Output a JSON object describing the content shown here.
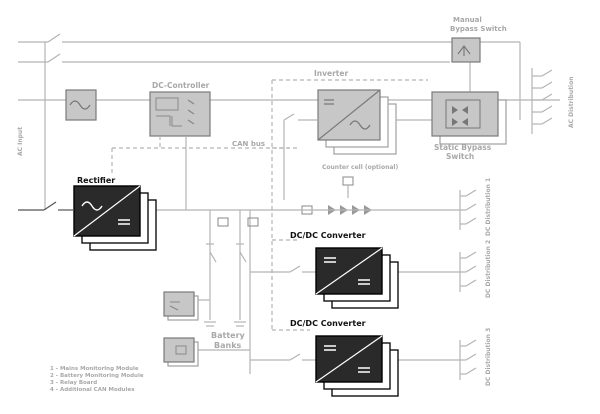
{
  "labels": {
    "manual_bypass": [
      "Manual",
      "Bypass Switch"
    ],
    "dc_controller": "DC-Controller",
    "inverter": "Inverter",
    "static_bypass": [
      "Static Bypass",
      "Switch"
    ],
    "can_bus": "CAN bus",
    "counter_cell": "Counter cell (optional)",
    "rectifier": "Rectifier",
    "dcdc_1": "DC/DC Converter",
    "dcdc_2": "DC/DC Converter",
    "battery_banks": [
      "Battery",
      "Banks"
    ],
    "ac_input": "AC Input",
    "ac_distribution": "AC Distribution",
    "dc_distribution_1": "DC Distribution 1",
    "dc_distribution_2": "DC Distribution 2",
    "dc_distribution_3": "DC Distribution 3"
  },
  "legend": [
    "1 - Mains Monitoring Module",
    "2 - Battery Monitoring Module",
    "3 - Relay Board",
    "4 - Additional CAN Modules"
  ]
}
